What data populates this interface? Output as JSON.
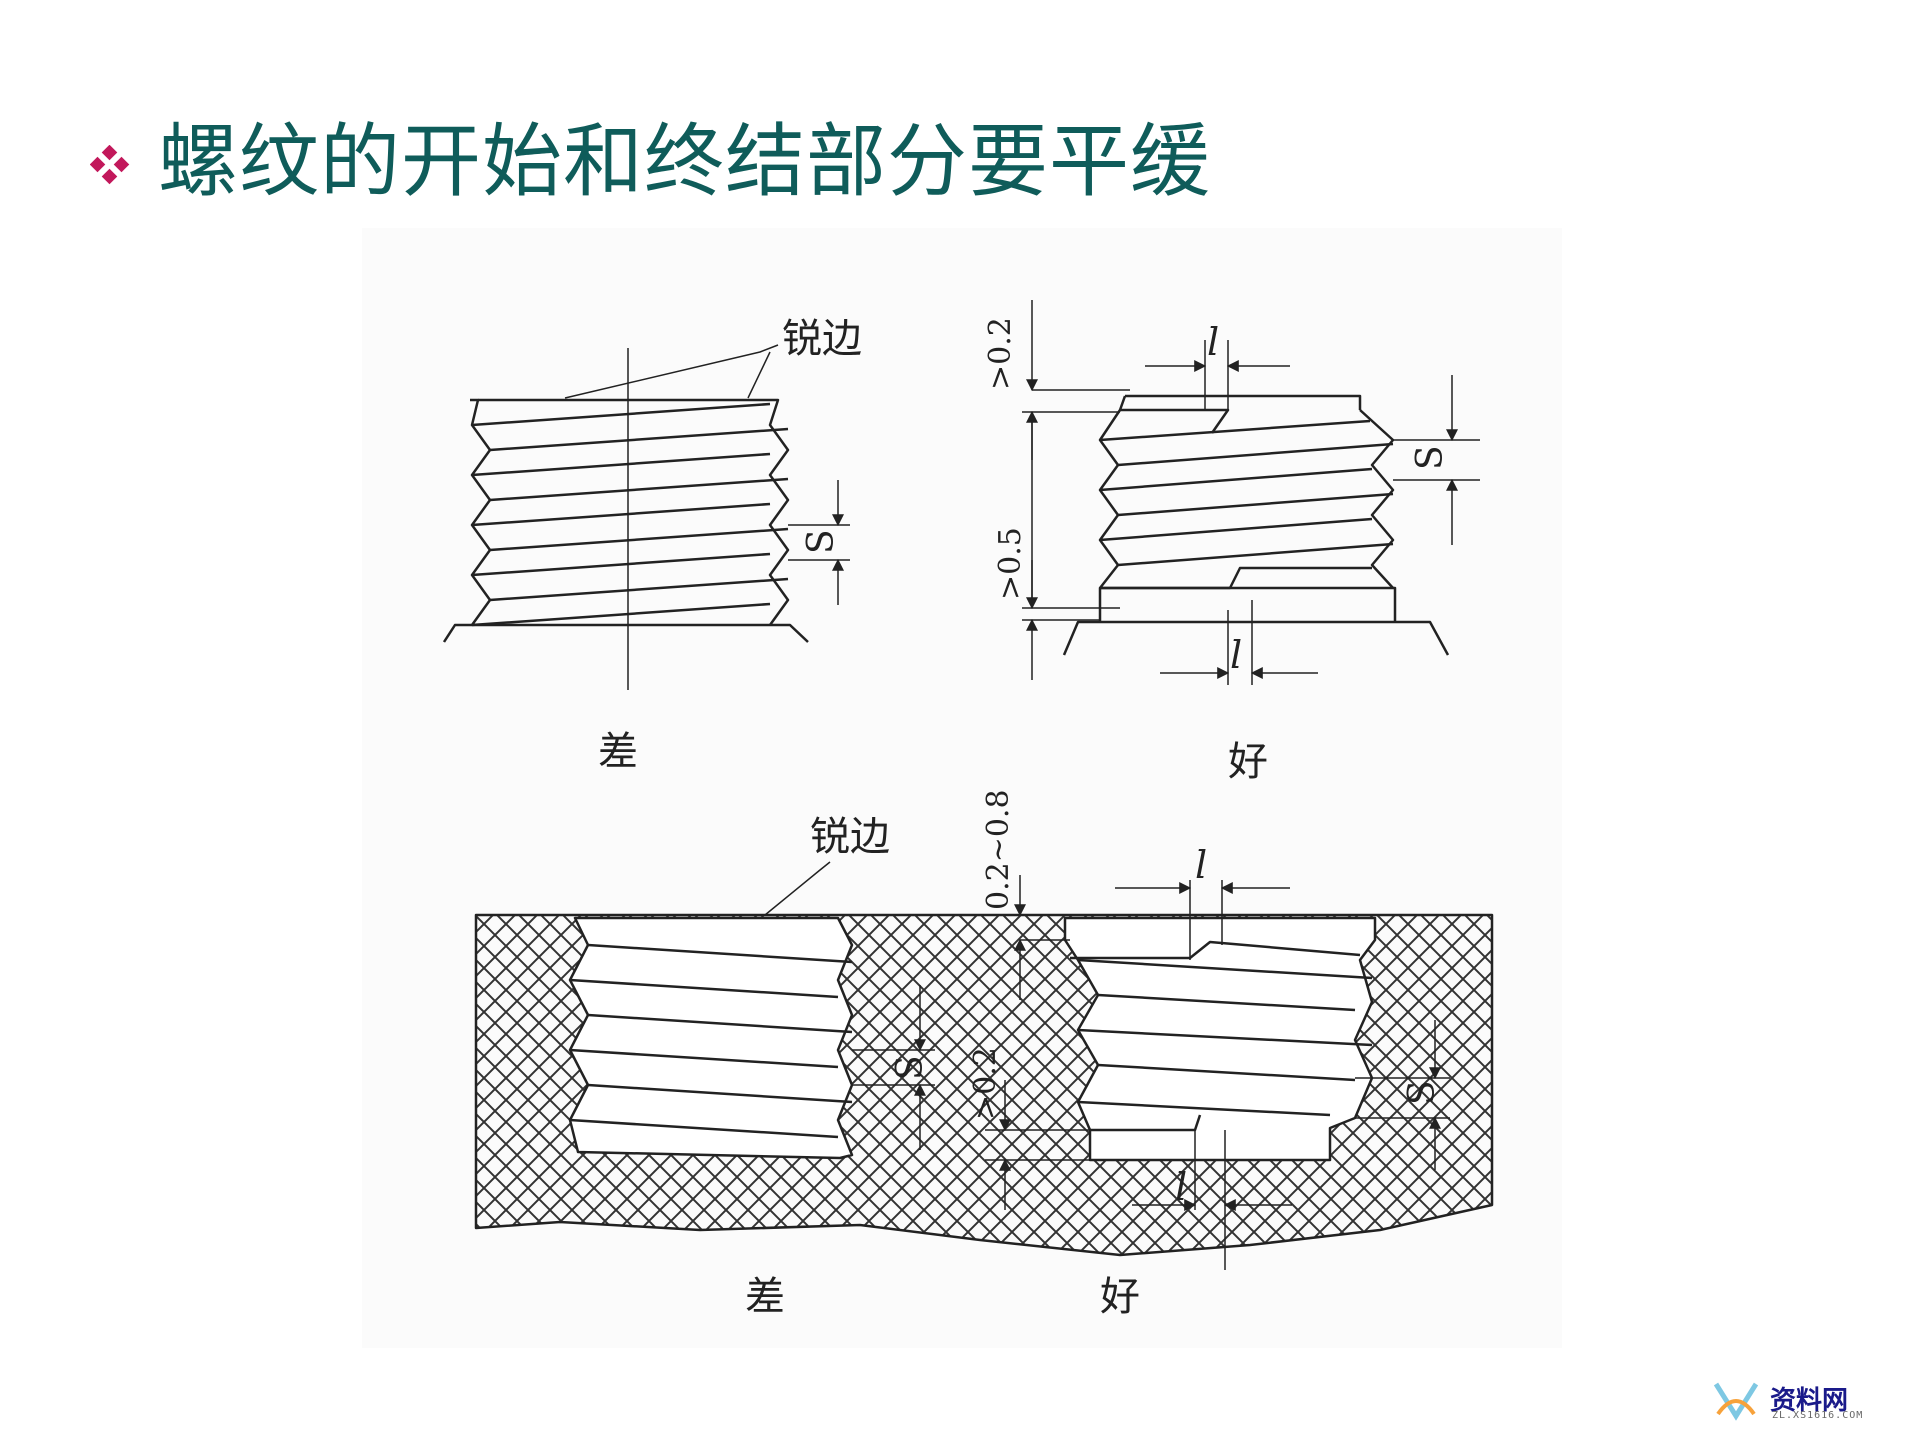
{
  "slide": {
    "title": "螺纹的开始和终结部分要平缓",
    "bullet_icon": "four-diamond-bullet-icon",
    "accent_color": "#c2185b",
    "title_color": "#0f5c5a"
  },
  "figure": {
    "labels": {
      "sharp_edge_top": "锐边",
      "sharp_edge_bottom": "锐边",
      "bad_top": "差",
      "good_top": "好",
      "bad_bottom": "差",
      "good_bottom": "好",
      "s_top_left": "S",
      "s_top_right": "S",
      "s_bottom_left": "S",
      "s_bottom_right": "S",
      "l_top_1": "l",
      "l_top_2": "l",
      "l_bottom_1": "l",
      "l_bottom_2": "l",
      "dim_ge_02_top": ">0.2",
      "dim_ge_05": ">0.5",
      "dim_02_08": "0.2~0.8",
      "dim_ge_02_bottom": ">0.2"
    }
  },
  "watermark": {
    "text": "资料网",
    "sub": "ZL.XS1616.COM",
    "icon": "xs-logo-icon"
  }
}
